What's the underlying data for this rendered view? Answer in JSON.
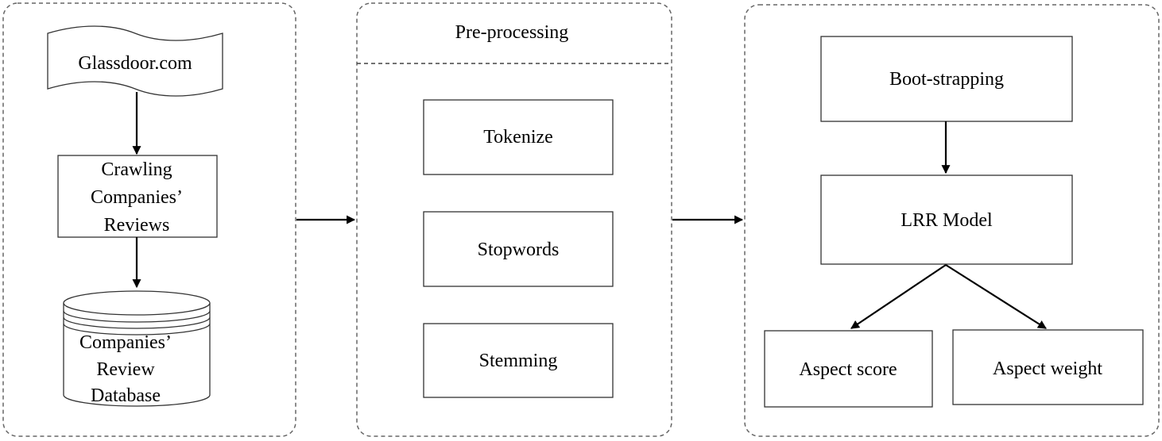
{
  "left_panel": {
    "source": "Glassdoor.com",
    "crawl_lines": [
      "Crawling",
      "Companies’",
      "Reviews"
    ],
    "database_lines": [
      "Companies’",
      "Review",
      "Database"
    ]
  },
  "middle_panel": {
    "title": "Pre-processing",
    "steps": [
      "Tokenize",
      "Stopwords",
      "Stemming"
    ]
  },
  "right_panel": {
    "bootstrap": "Boot-strapping",
    "model": "LRR Model",
    "outputs": [
      "Aspect score",
      "Aspect weight"
    ]
  }
}
